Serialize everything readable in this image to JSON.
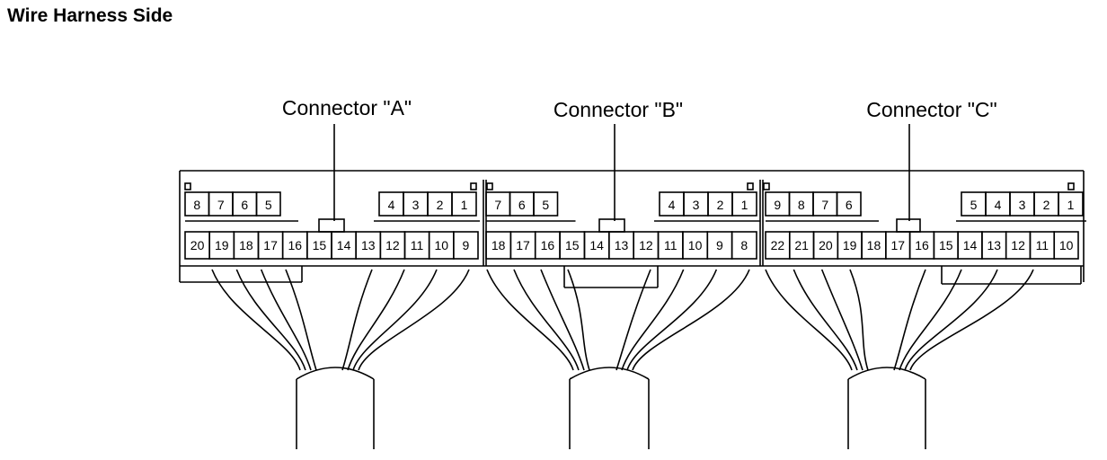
{
  "title": "Wire Harness Side",
  "connectors": [
    {
      "id": "A",
      "label": "Connector \"A\"",
      "top_left_pins": [
        "8",
        "7",
        "6",
        "5"
      ],
      "top_right_pins": [
        "4",
        "3",
        "2",
        "1"
      ],
      "bottom_pins": [
        "20",
        "19",
        "18",
        "17",
        "16",
        "15",
        "14",
        "13",
        "12",
        "11",
        "10",
        "9"
      ]
    },
    {
      "id": "B",
      "label": "Connector \"B\"",
      "top_left_pins": [
        "7",
        "6",
        "5"
      ],
      "top_right_pins": [
        "4",
        "3",
        "2",
        "1"
      ],
      "bottom_pins": [
        "18",
        "17",
        "16",
        "15",
        "14",
        "13",
        "12",
        "11",
        "10",
        "9",
        "8"
      ]
    },
    {
      "id": "C",
      "label": "Connector \"C\"",
      "top_left_pins": [
        "9",
        "8",
        "7",
        "6"
      ],
      "top_right_pins": [
        "5",
        "4",
        "3",
        "2",
        "1"
      ],
      "bottom_pins": [
        "22",
        "21",
        "20",
        "19",
        "18",
        "17",
        "16",
        "15",
        "14",
        "13",
        "12",
        "11",
        "10"
      ]
    }
  ],
  "colors": {
    "line": "#000000",
    "background": "#ffffff"
  }
}
